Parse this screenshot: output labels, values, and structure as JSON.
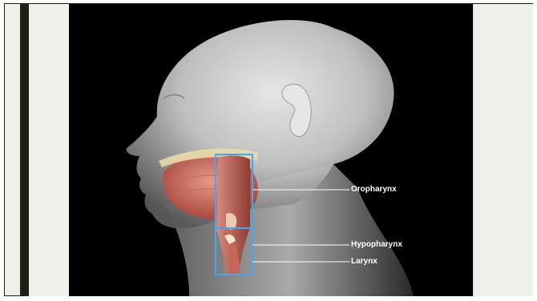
{
  "labels": {
    "oropharynx": "Oropharynx",
    "hypopharynx": "Hypopharynx",
    "larynx": "Larynx"
  },
  "colors": {
    "box_outline": "#3fa9f5",
    "label_text": "#ffffff",
    "background": "#000000",
    "slide_bg": "#f1f0eb",
    "dark_bar": "#221f16"
  }
}
